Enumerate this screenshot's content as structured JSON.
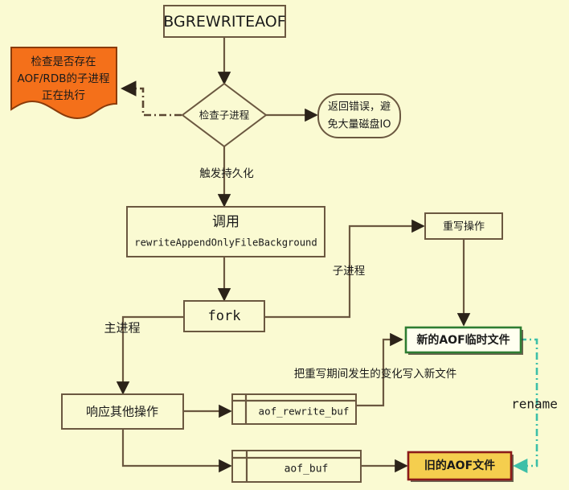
{
  "diagram": {
    "title_node": "BGREWRITEAOF",
    "background_color": "#FAFAD2",
    "line_color": "#6b5840",
    "callout": {
      "text_line1": "检查是否存在",
      "text_line2": "AOF/RDB的子进程",
      "text_line3": "正在执行",
      "fill": "#F4701A",
      "stroke": "#8a3b0a"
    },
    "decision": {
      "label": "检查子进程"
    },
    "error_node": {
      "text_line1": "返回错误，避",
      "text_line2": "免大量磁盘IO"
    },
    "call_node": {
      "title": "调用",
      "function": "rewriteAppendOnlyFileBackground"
    },
    "fork_node": {
      "label": "fork"
    },
    "rewrite_node": {
      "label": "重写操作"
    },
    "respond_node": {
      "label": "响应其他操作"
    },
    "new_aof_file": {
      "label": "新的AOF临时文件",
      "fill": "#FFFFF0",
      "stroke": "#2E7D32"
    },
    "old_aof_file": {
      "label": "旧的AOF文件",
      "fill": "#F5CE4E",
      "stroke": "#8B1A1A"
    },
    "buffers": [
      {
        "label": "aof_rewrite_buf"
      },
      {
        "label": "aof_buf"
      }
    ],
    "edge_labels": {
      "trigger_persist": "触发持久化",
      "child_process": "子进程",
      "main_process": "主进程",
      "write_changes": "把重写期间发生的变化写入新文件",
      "rename": "rename"
    }
  }
}
